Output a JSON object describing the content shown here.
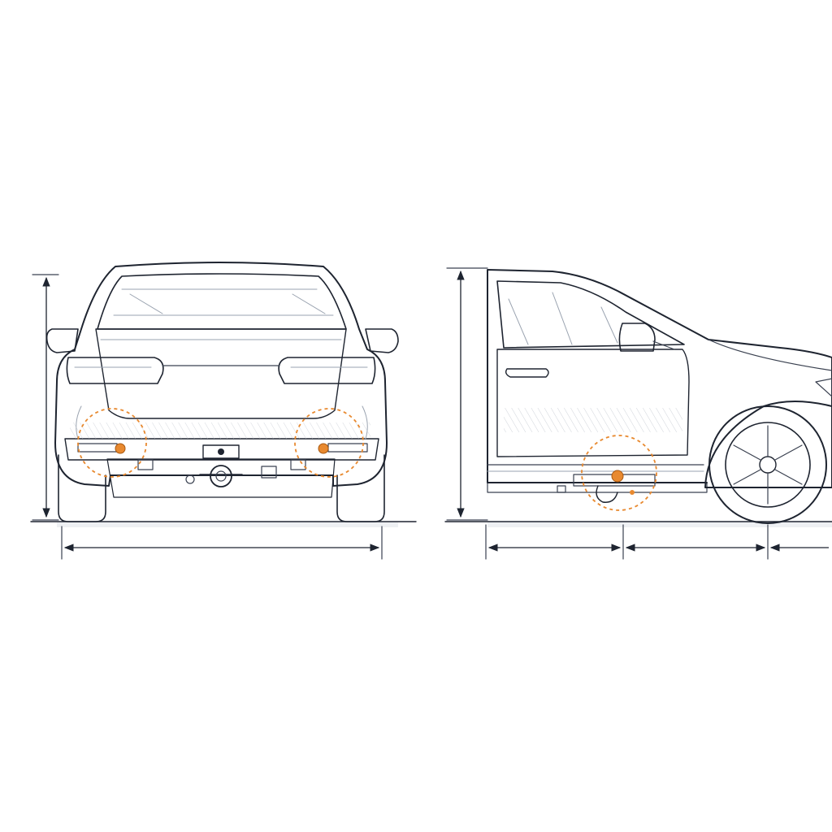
{
  "diagram": {
    "views": [
      {
        "name": "rear-view"
      },
      {
        "name": "side-view"
      }
    ],
    "colors": {
      "ink": "#1e2430",
      "shade": "#c9ced6",
      "highlight": "#e8892f",
      "background": "#ffffff"
    },
    "highlights": {
      "rear_view_count": 2,
      "side_view_count": 1
    },
    "icons": [
      "dimension-arrow-icon",
      "tow-hitch-icon",
      "reflector-light-icon"
    ]
  }
}
